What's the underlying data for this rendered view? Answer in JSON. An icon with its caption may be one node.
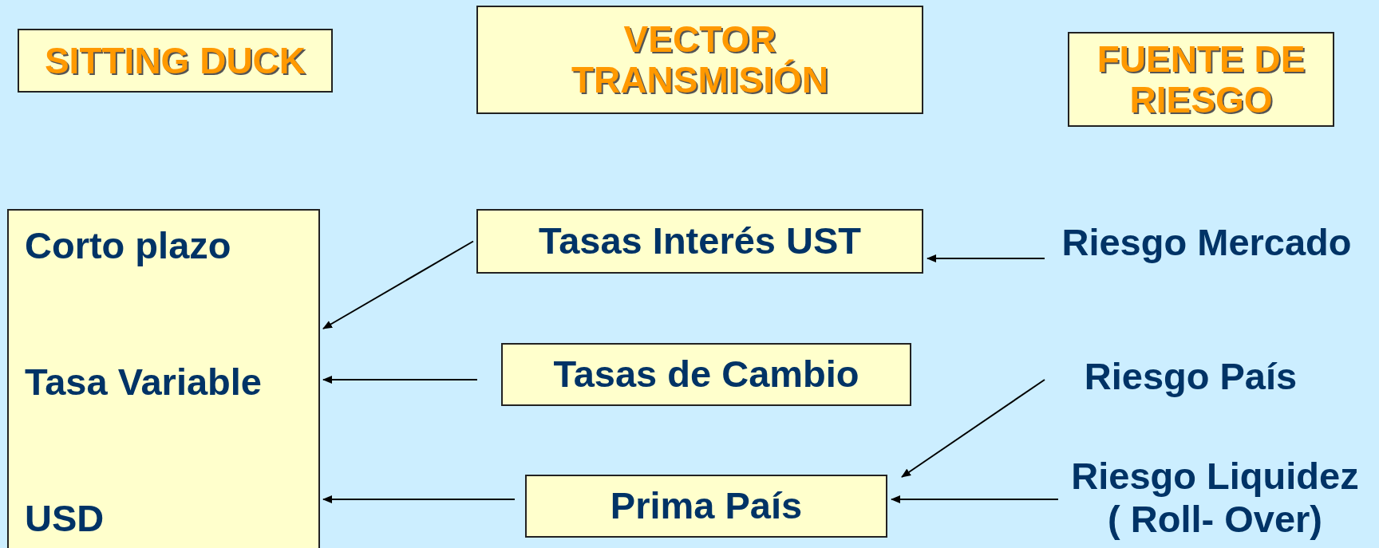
{
  "diagram": {
    "nodes": [
      {
        "text": [
          "SITTING DUCK"
        ]
      },
      {
        "text": [
          "VECTOR TRANSMISIÓN"
        ]
      },
      {
        "text": [
          "FUENTE DE RIESGO"
        ]
      },
      {
        "text": [
          "Corto plazo",
          "Tasa Variable",
          "USD"
        ]
      },
      {
        "text": [
          "Tasas  Interés  UST"
        ]
      },
      {
        "text": [
          "Tasas de Cambio"
        ]
      },
      {
        "text": [
          "Prima País"
        ]
      },
      {
        "text": [
          "Riesgo Mercado"
        ]
      },
      {
        "text": [
          "Riesgo País"
        ]
      },
      {
        "text": [
          "Riesgo Liquidez ( Roll- Over)"
        ]
      }
    ],
    "edges": [
      {
        "from": 4,
        "to": 3,
        "arrow": "to"
      },
      {
        "from": 5,
        "to": 3,
        "arrow": "to"
      },
      {
        "from": 6,
        "to": 3,
        "arrow": "to"
      },
      {
        "from": 7,
        "to": 4,
        "arrow": "to"
      },
      {
        "from": 8,
        "to": 6,
        "arrow": "to"
      },
      {
        "from": 9,
        "to": 6,
        "arrow": "to"
      }
    ]
  }
}
